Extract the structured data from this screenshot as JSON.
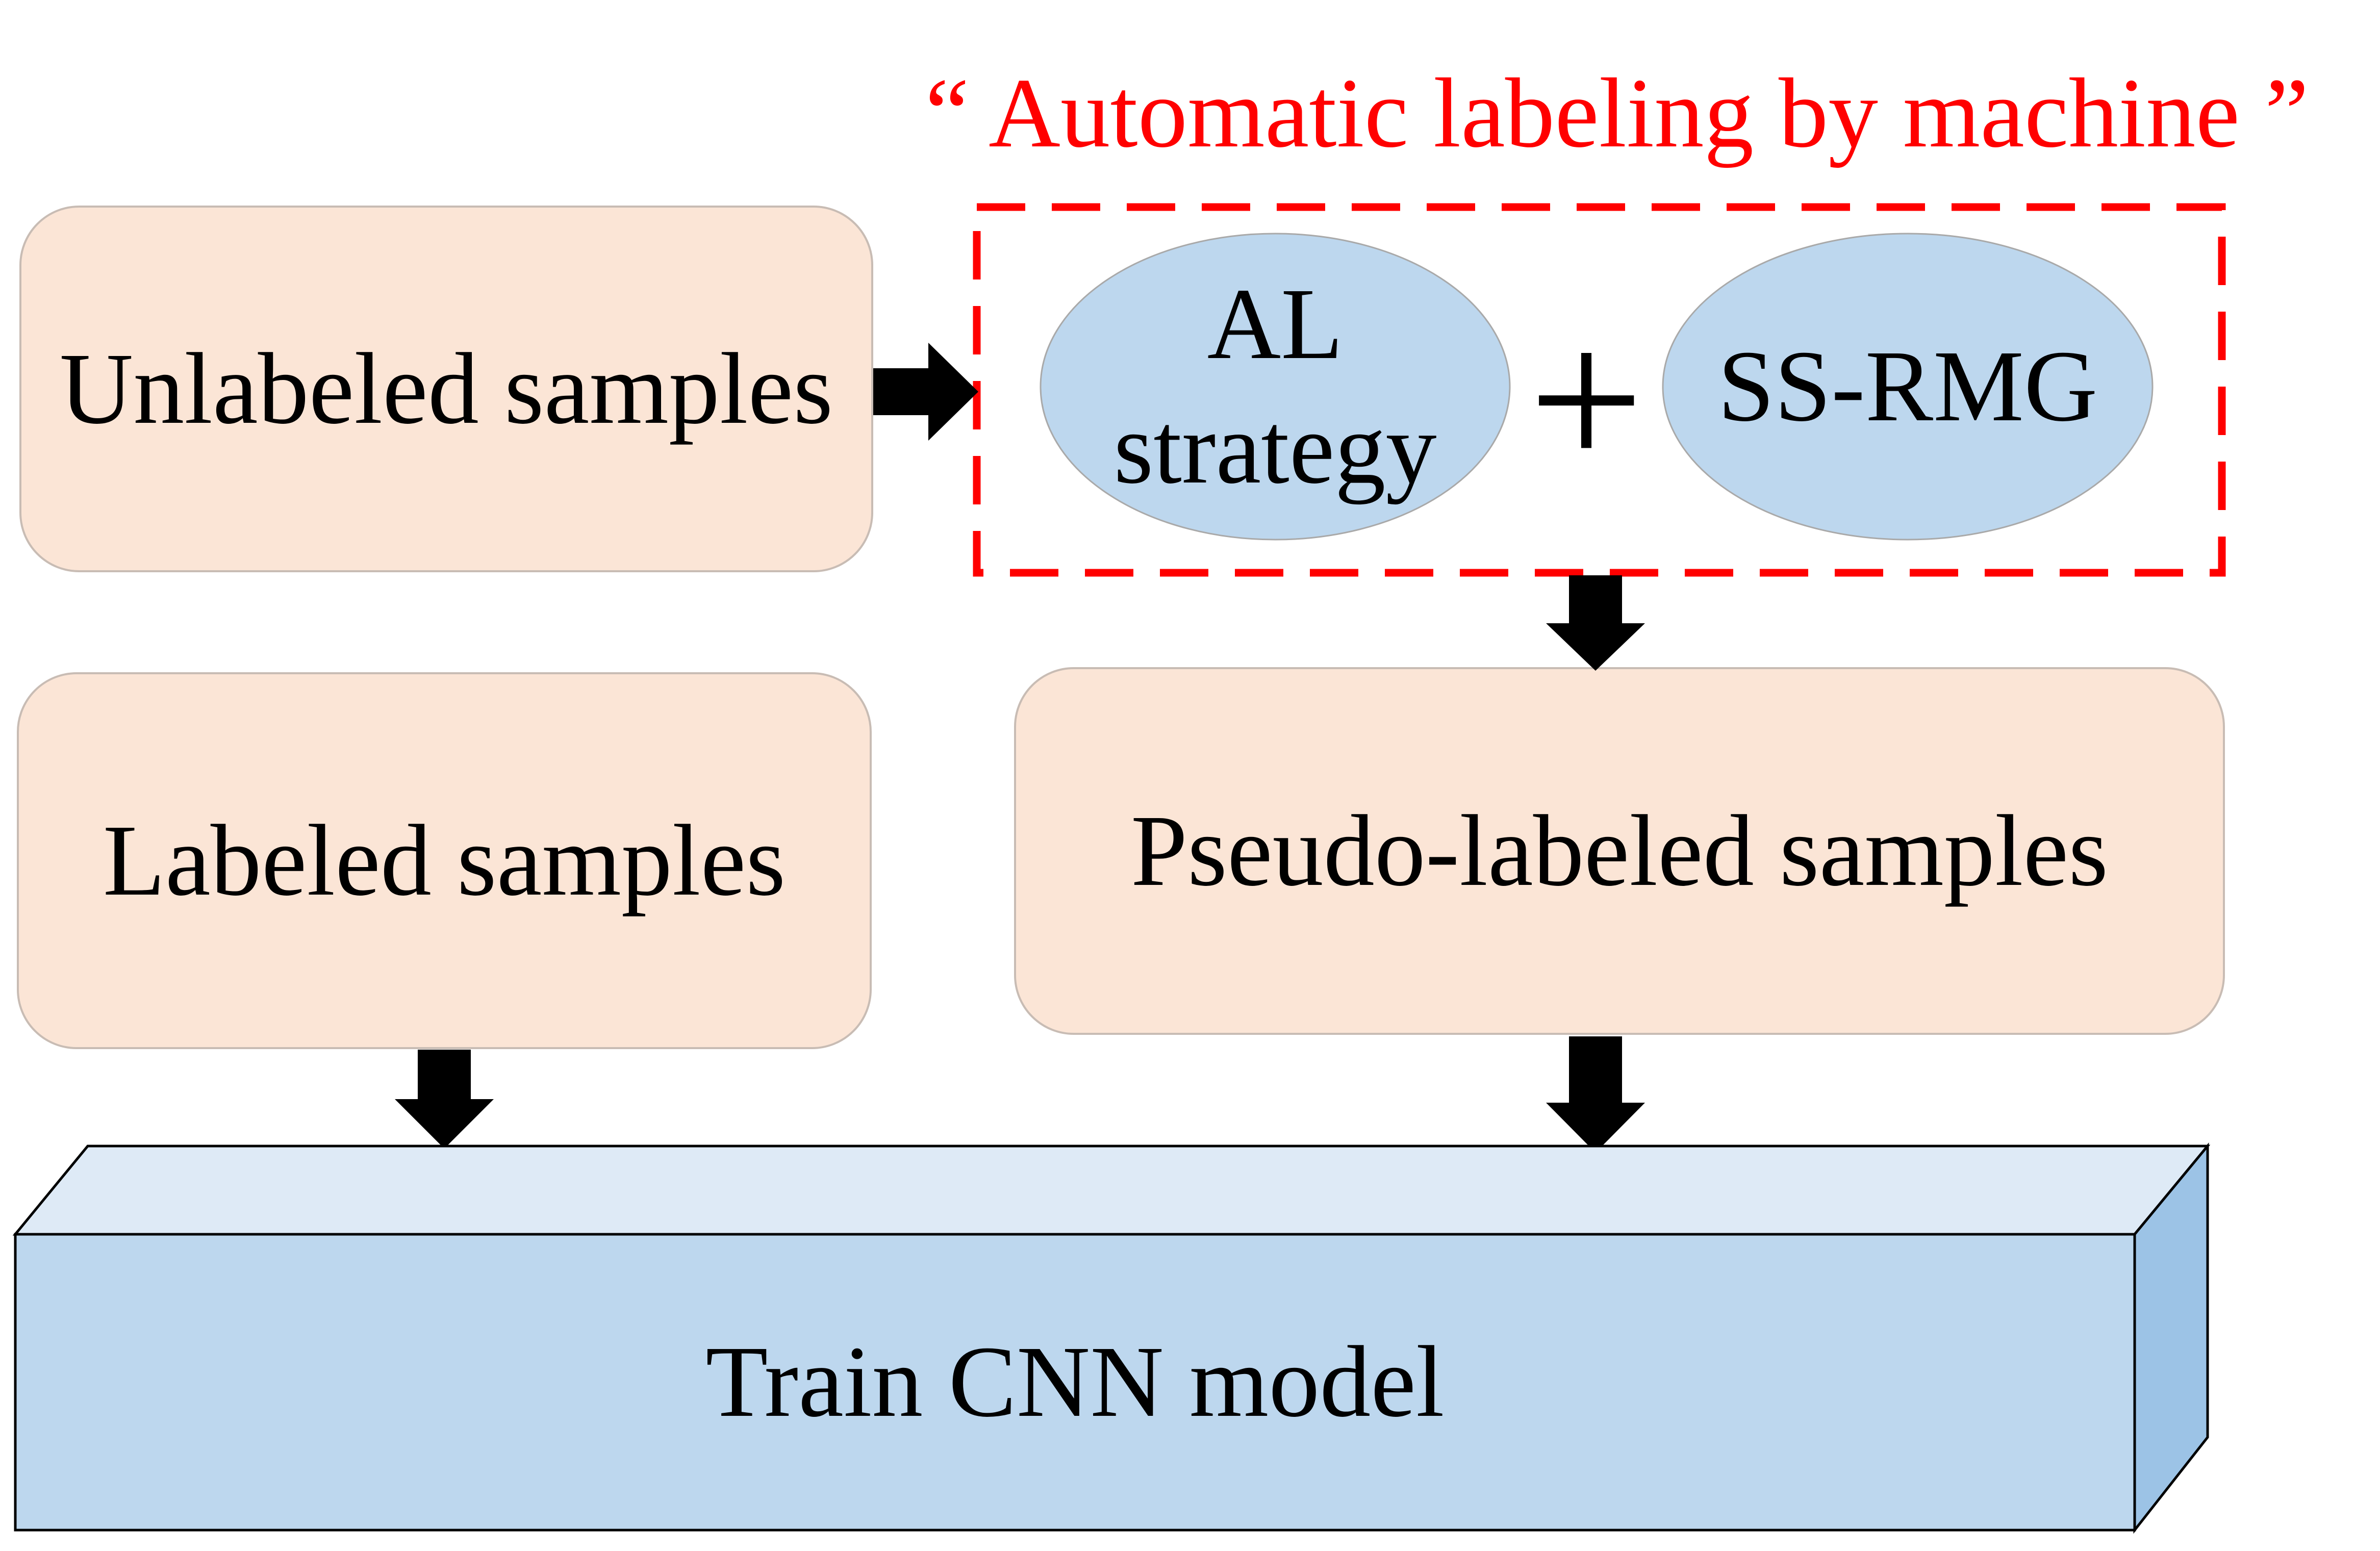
{
  "title": {
    "text": "“ Automatic labeling by machine ”",
    "color": "#FF0000"
  },
  "nodes": {
    "unlabeled": {
      "label": "Unlabeled samples"
    },
    "labeled": {
      "label": "Labeled samples"
    },
    "pseudo": {
      "label": "Pseudo-labeled samples"
    },
    "al": {
      "label": "AL\nstrategy"
    },
    "ss_rmg": {
      "label": "SS-RMG"
    },
    "train": {
      "label": "Train CNN model"
    }
  },
  "operator": {
    "plus": "+"
  },
  "colors": {
    "accent_red": "#FF0000",
    "sample_box_fill": "#FBE5D6",
    "sample_box_border": "#C8BCB4",
    "ellipse_fill": "#BDD7EE",
    "ellipse_border": "#A9A9A9",
    "cube_front": "#BDD7EE",
    "cube_top": "#DEEAF6",
    "cube_side": "#9CC3E6",
    "arrow": "#000000",
    "text": "#000000"
  }
}
